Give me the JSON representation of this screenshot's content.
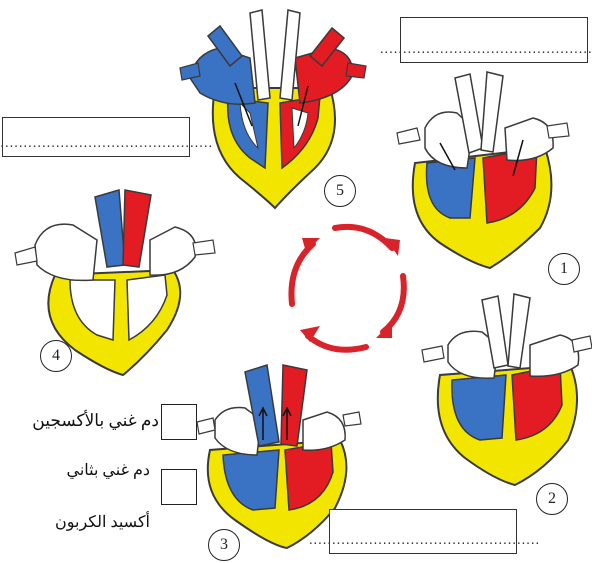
{
  "legend": {
    "oxygen_label": "دم غني بالأكسجين",
    "co2_label_line1": "دم غني بثاني",
    "co2_label_line2": "أكسيد الكربون"
  },
  "answer_boxes": {
    "top_right": "..................................................",
    "left": "..................................................",
    "bottom": ".................................................."
  },
  "stages": [
    "1",
    "2",
    "3",
    "4",
    "5"
  ],
  "colors": {
    "heart_wall": "#f2e500",
    "oxygenated": "#e31c23",
    "deoxygenated": "#3a72c4",
    "cycle_arrows": "#d8232a",
    "outline": "#3a3a3a"
  }
}
